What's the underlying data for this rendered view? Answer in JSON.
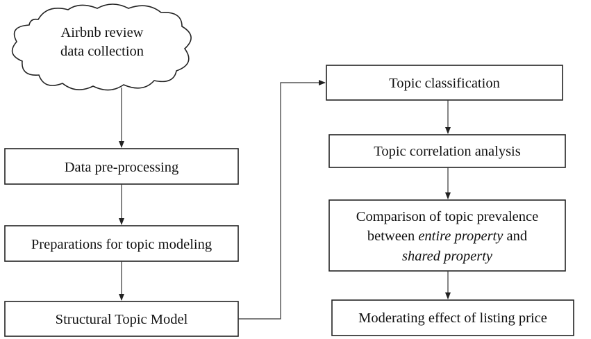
{
  "nodes": {
    "collection": {
      "line1": "Airbnb review",
      "line2": "data collection"
    },
    "preprocessing": {
      "label": "Data pre-processing"
    },
    "preparations": {
      "label": "Preparations for topic modeling"
    },
    "stm": {
      "label": "Structural Topic Model"
    },
    "classification": {
      "label": "Topic classification"
    },
    "correlation": {
      "label": "Topic correlation analysis"
    },
    "comparison": {
      "line1": "Comparison of topic prevalence",
      "line2_prefix": "between ",
      "line2_italic": "entire property",
      "line2_suffix": " and",
      "line3_italic": "shared property"
    },
    "moderating": {
      "label": "Moderating effect of listing price"
    }
  }
}
